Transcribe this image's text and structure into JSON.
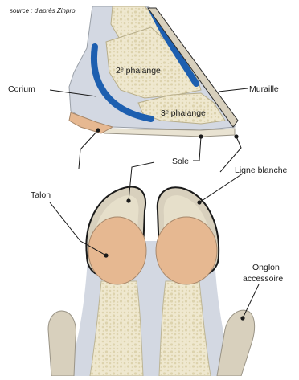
{
  "source": "source : d'après Zinpro",
  "labels": {
    "phalange2": "2ᵉ phalange",
    "phalange3": "3ᵉ phalange",
    "corium": "Corium",
    "muraille": "Muraille",
    "sole": "Sole",
    "ligne_blanche": "Ligne blanche",
    "talon": "Talon",
    "onglon_line1": "Onglon",
    "onglon_line2": "accessoire"
  },
  "colors": {
    "bone": "#efe8cf",
    "bone_spots": "#ddd3ad",
    "corium": "#d3d8e2",
    "phalange_band": "#1d5fb0",
    "hoof_wall": "#d8d0bd",
    "heel": "#e6b891",
    "outline": "#2b2b2b"
  }
}
